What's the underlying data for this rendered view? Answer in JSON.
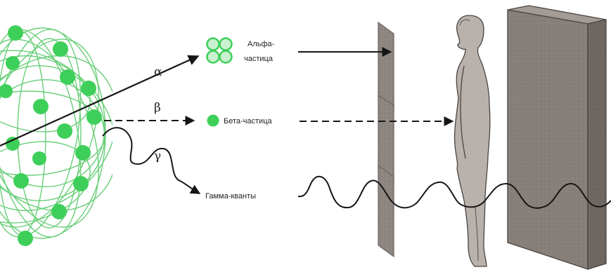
{
  "labels": {
    "alpha_symbol": "α",
    "beta_symbol": "β",
    "gamma_symbol": "γ",
    "alpha_particle_line1": "Альфа-",
    "alpha_particle_line2": "частица",
    "beta_particle": "Бета-частица",
    "gamma_quanta": "Гамма-кванты"
  },
  "colors": {
    "nucleus_green": "#3ecf5a",
    "nucleus_web": "#59c96a",
    "barrier_fill": "#8e8681",
    "barrier_edge": "#6a625e",
    "block_front": "#877f7a",
    "block_side": "#6e6661",
    "block_top": "#a39b96",
    "human_fill": "#b8b1ac",
    "human_edge": "#4a4440",
    "ray_color": "#161616"
  }
}
